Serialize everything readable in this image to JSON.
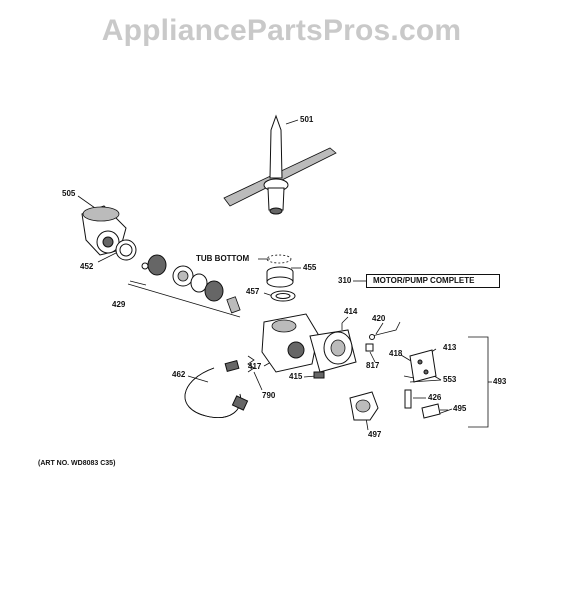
{
  "watermark": "AppliancePartsPros.com",
  "art_number": "(ART NO. WD8083 C35)",
  "labels": {
    "tub_bottom": "TUB BOTTOM",
    "motor_pump_complete": "MOTOR/PUMP COMPLETE"
  },
  "parts": [
    {
      "id": "p501",
      "number": "501"
    },
    {
      "id": "p505",
      "number": "505"
    },
    {
      "id": "p452",
      "number": "452"
    },
    {
      "id": "p455",
      "number": "455"
    },
    {
      "id": "p310",
      "number": "310"
    },
    {
      "id": "p429",
      "number": "429"
    },
    {
      "id": "p457",
      "number": "457"
    },
    {
      "id": "p414",
      "number": "414"
    },
    {
      "id": "p420",
      "number": "420"
    },
    {
      "id": "p413",
      "number": "413"
    },
    {
      "id": "p418",
      "number": "418"
    },
    {
      "id": "p553",
      "number": "553"
    },
    {
      "id": "p493",
      "number": "493"
    },
    {
      "id": "p462",
      "number": "462"
    },
    {
      "id": "p417",
      "number": "417"
    },
    {
      "id": "p415",
      "number": "415"
    },
    {
      "id": "p817",
      "number": "817"
    },
    {
      "id": "p790",
      "number": "790"
    },
    {
      "id": "p426",
      "number": "426"
    },
    {
      "id": "p495",
      "number": "495"
    },
    {
      "id": "p497",
      "number": "497"
    }
  ]
}
